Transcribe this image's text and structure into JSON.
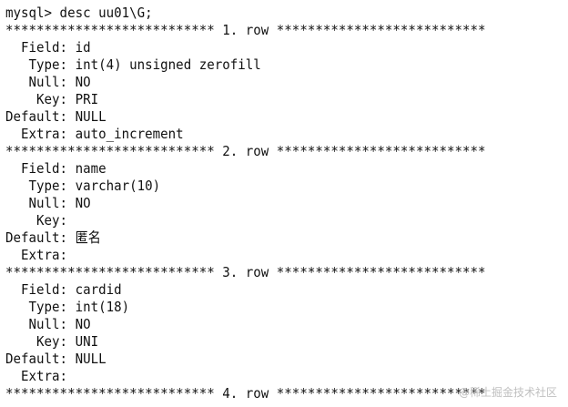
{
  "terminal": {
    "prompt": "mysql> desc uu01\\G;",
    "rows": [
      {
        "separator": "*************************** 1. row ***************************",
        "field": "  Field: id",
        "type": "   Type: int(4) unsigned zerofill",
        "null": "   Null: NO",
        "key": "    Key: PRI",
        "default": "Default: NULL",
        "extra": "  Extra: auto_increment"
      },
      {
        "separator": "*************************** 2. row ***************************",
        "field": "  Field: name",
        "type": "   Type: varchar(10)",
        "null": "   Null: NO",
        "key": "    Key: ",
        "default": "Default: 匿名",
        "extra": "  Extra: "
      },
      {
        "separator": "*************************** 3. row ***************************",
        "field": "  Field: cardid",
        "type": "   Type: int(18)",
        "null": "   Null: NO",
        "key": "    Key: UNI",
        "default": "Default: NULL",
        "extra": "  Extra: "
      }
    ],
    "last_separator": "*************************** 4. row ***************************"
  },
  "watermark": "@稀土掘金技术社区"
}
